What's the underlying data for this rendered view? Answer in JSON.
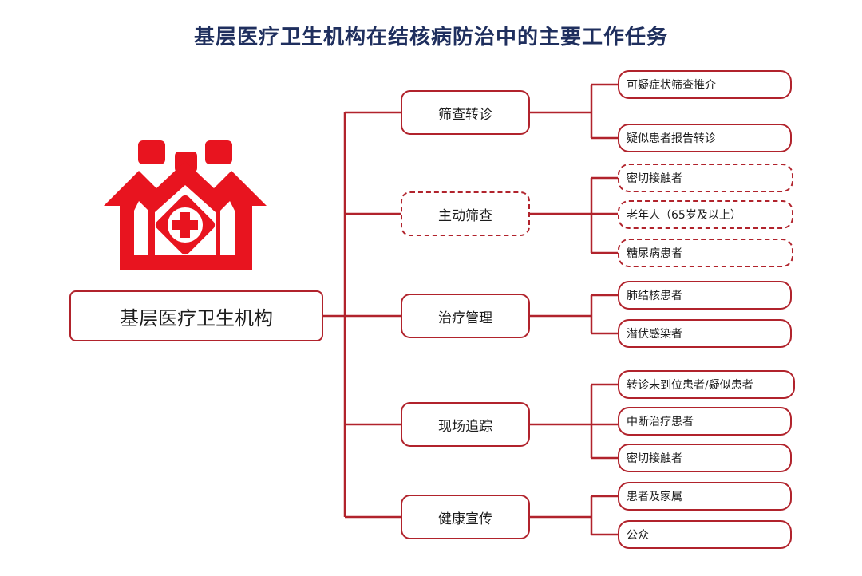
{
  "title": "基层医疗卫生机构在结核病防治中的主要工作任务",
  "root_label": "基层医疗卫生机构",
  "colors": {
    "title": "#1f2f5e",
    "accent": "#b1232c",
    "logo": "#e8141f"
  },
  "categories": [
    {
      "label": "筛查转诊",
      "style": "solid",
      "items": [
        {
          "label": "可疑症状筛查推介",
          "style": "solid"
        },
        {
          "label": "疑似患者报告转诊",
          "style": "solid"
        }
      ]
    },
    {
      "label": "主动筛查",
      "style": "dashed",
      "items": [
        {
          "label": "密切接触者",
          "style": "dashed"
        },
        {
          "label": "老年人（65岁及以上）",
          "style": "dashed"
        },
        {
          "label": "糖尿病患者",
          "style": "dashed"
        }
      ]
    },
    {
      "label": "治疗管理",
      "style": "solid",
      "items": [
        {
          "label": "肺结核患者",
          "style": "solid"
        },
        {
          "label": "潜伏感染者",
          "style": "solid"
        }
      ]
    },
    {
      "label": "现场追踪",
      "style": "solid",
      "items": [
        {
          "label": "转诊未到位患者/疑似患者",
          "style": "solid"
        },
        {
          "label": "中断治疗患者",
          "style": "solid"
        },
        {
          "label": "密切接触者",
          "style": "solid"
        }
      ]
    },
    {
      "label": "健康宣传",
      "style": "solid",
      "items": [
        {
          "label": "患者及家属",
          "style": "solid"
        },
        {
          "label": "公众",
          "style": "solid"
        }
      ]
    }
  ]
}
